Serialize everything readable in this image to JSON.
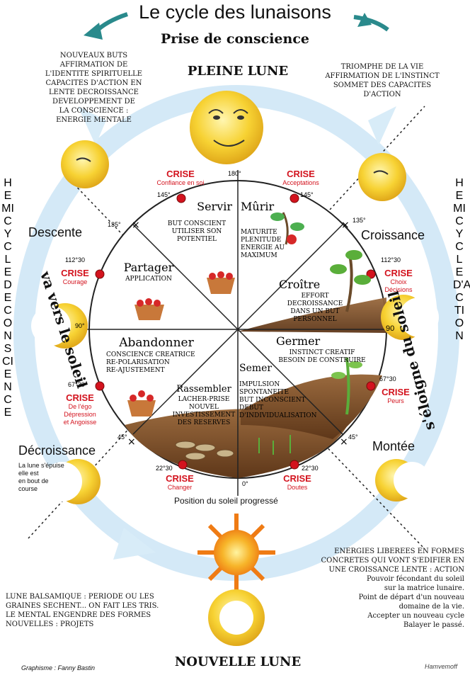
{
  "header": {
    "title": "Le cycle des lunaisons",
    "subtitle": "Prise de conscience",
    "full_moon": "PLEINE LUNE",
    "new_moon": "NOUVELLE LUNE"
  },
  "notes": {
    "top_left": "NOUVEAUX BUTS\nAFFIRMATION DE\nL'IDENTITE SPIRITUELLE\nCAPACITES D'ACTION EN\nLENTE DECROISSANCE\nDEVELOPPEMENT DE\nLA CONSCIENCE :\nENERGIE MENTALE",
    "top_right": "TRIOMPHE DE LA VIE\nAFFIRMATION DE L'INSTINCT\nSOMMET DES CAPACITES\nD'ACTION",
    "bottom_left": "LUNE BALSAMIQUE : PERIODE OU LES\nGRAINES SECHENT... ON FAIT LES TRIS.\nLE MENTAL ENGENDRE DES FORMES\nNOUVELLES : PROJETS",
    "bottom_right": "ENERGIES LIBEREES EN FORMES\nCONCRETES QUI VONT S'EDIFIER EN\nUNE CROISSANCE LENTE : ACTION\nPouvoir fécondant du soleil\nsur la matrice lunaire.\nPoint de départ d'un nouveau\ndomaine de la vie.\nAccepter un nouveau cycle\nBalayer le passé.",
    "decroissance_note": "La lune s'épuise\nelle est\nen bout de\ncourse",
    "credit": "Graphisme : Fanny Bastin",
    "signature": "Hamvemoff"
  },
  "side_labels": {
    "left_vertical": "HEMICYCLE DE CONSCIENCE",
    "right_vertical": "HEMICYCLE D'ACTION",
    "left_arc": "va vers le soleil",
    "right_arc": "s'éloigne du soleil",
    "descente": "Descente",
    "croissance": "Croissance",
    "decroissance": "Décroissance",
    "montee": "Montée",
    "bottom_axis": "Position du soleil progressé"
  },
  "angles": {
    "a180": "180°",
    "a145l": "145°",
    "a145r": "145°",
    "a135l": "135°",
    "a135r": "135°",
    "a112l": "112°30",
    "a112r": "112°30",
    "a90l": "90°",
    "a90r": "90",
    "a67l": "67°30",
    "a67r": "67°30",
    "a45l": "45°",
    "a45r": "45°",
    "a22l": "22°30",
    "a22r": "22°30",
    "a0": "0°"
  },
  "crises": [
    {
      "label": "CRISE",
      "desc": "Confiance en soi"
    },
    {
      "label": "CRISE",
      "desc": "Acceptations"
    },
    {
      "label": "CRISE",
      "desc": "Courage"
    },
    {
      "label": "CRISE",
      "desc": "Choix\nDécisions"
    },
    {
      "label": "CRISE",
      "desc": "De l'égo\nDépression\net Angoisse"
    },
    {
      "label": "CRISE",
      "desc": "Peurs"
    },
    {
      "label": "CRISE",
      "desc": "Changer"
    },
    {
      "label": "CRISE",
      "desc": "Doutes"
    }
  ],
  "sectors": [
    {
      "title": "Servir",
      "text": "BUT CONSCIENT\nUTILISER SON\nPOTENTIEL"
    },
    {
      "title": "Mûrir",
      "text": "MATURITE\nPLENITUDE\nENERGIE AU\nMAXIMUM"
    },
    {
      "title": "Partager",
      "text": "APPLICATION"
    },
    {
      "title": "Croître",
      "text": "EFFORT\nDECROISSANCE\nDANS UN BUT\nPERSONNEL"
    },
    {
      "title": "Abandonner",
      "text": "CONSCIENCE CREATRICE\nRE-POLARISATION\nRE-AJUSTEMENT"
    },
    {
      "title": "Germer",
      "text": "INSTINCT CREATIF\nBESOIN DE CONSTRUIRE"
    },
    {
      "title": "Rassembler",
      "text": "LACHER-PRISE\nNOUVEL\nINVESTISSEMENT\nDES RESERVES"
    },
    {
      "title": "Semer",
      "text": "IMPULSION\nSPONTANEITE\nBUT INCONSCIENT\nDEBUT\nD'INDIVIDUALISATION"
    }
  ],
  "colors": {
    "crisis_red": "#d3131e",
    "moon_yellow": "#f7d233",
    "sun_orange": "#f28a18",
    "arrow_teal": "#2a8a8c",
    "cycle_blue": "#bfe0f4",
    "soil_brown": "#7a4a2a"
  }
}
